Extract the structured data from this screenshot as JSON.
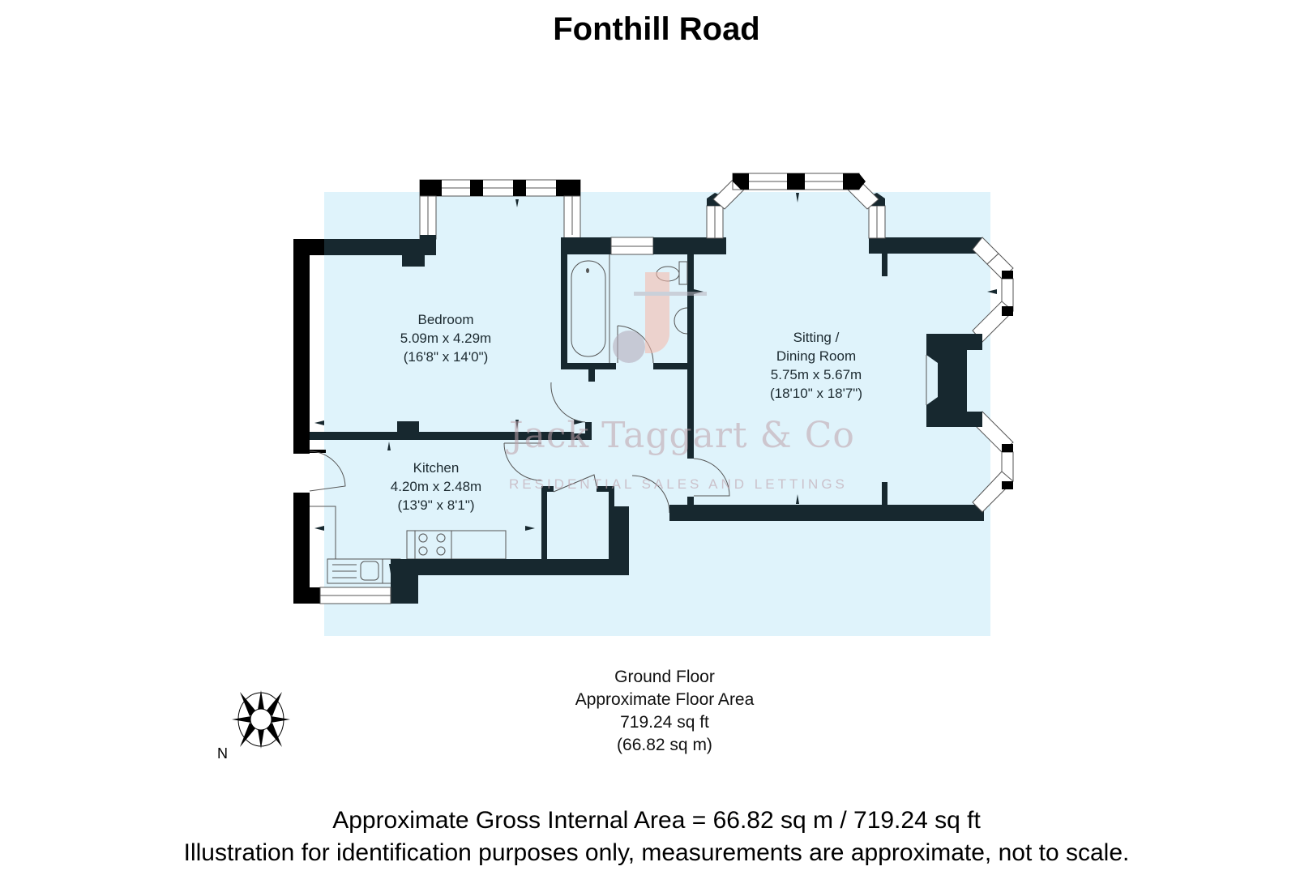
{
  "title": "Fonthill Road",
  "colors": {
    "floor_fill": "#dff3fb",
    "wall": "#17282f",
    "external_wall": "#000000",
    "watermark": "#c8a9b4"
  },
  "rooms": [
    {
      "name": "Bedroom",
      "metric": "5.09m x 4.29m",
      "imperial": "(16'8\" x 14'0\")"
    },
    {
      "name": "Sitting /",
      "name2": "Dining Room",
      "metric": "5.75m x 5.67m",
      "imperial": "(18'10\" x 18'7\")"
    },
    {
      "name": "Kitchen",
      "metric": "4.20m x 2.48m",
      "imperial": "(13'9\" x 8'1\")"
    }
  ],
  "watermark": {
    "brand": "Jack Taggart & Co",
    "tagline": "RESIDENTIAL SALES AND LETTINGS"
  },
  "floor": {
    "name": "Ground Floor",
    "area_label": "Approximate Floor Area",
    "area_sqft": "719.24 sq ft",
    "area_sqm": "(66.82 sq m)"
  },
  "compass": {
    "label": "N",
    "icon": "compass-rose-icon"
  },
  "footer": {
    "gross_area": "Approximate Gross Internal Area = 66.82 sq m / 719.24 sq ft",
    "disclaimer": "Illustration for identification purposes only, measurements are approximate, not to scale."
  }
}
